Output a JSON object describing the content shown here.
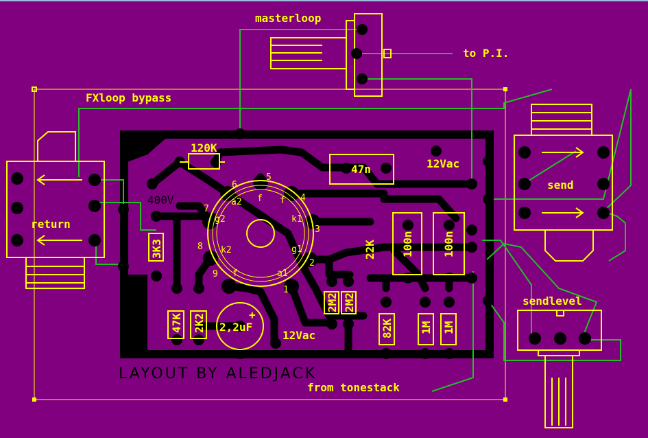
{
  "labels": {
    "masterloop": "masterloop",
    "to_pi": "to P.I.",
    "fxloop_bypass": "FXloop bypass",
    "return": "return",
    "send": "send",
    "sendlevel": "sendlevel",
    "from_tonestack": "from tonestack",
    "credit": "LAYOUT BY ALEDJACK",
    "voltage_400": "400V",
    "vac_top": "12Vac",
    "vac_bottom": "12Vac"
  },
  "components": {
    "r_120k": "120K",
    "c_47n": "47n",
    "r_3k3": "3K3",
    "r_22k": "22K",
    "c_100n_a": "100n",
    "c_100n_b": "100n",
    "r_2m2_a": "2M2",
    "r_2m2_b": "2M2",
    "r_47k": "47K",
    "r_2k2": "2K2",
    "c_2u2": "2,2uF",
    "c_plus": "+",
    "r_82k": "82K",
    "r_1m_a": "1M",
    "r_1m_b": "1M"
  },
  "tube_pins": {
    "p1": "1",
    "p2": "2",
    "p3": "3",
    "p4": "4",
    "p5": "5",
    "p6": "6",
    "p7": "7",
    "p8": "8",
    "p9": "9",
    "a1": "a1",
    "a2": "a2",
    "g1": "g1",
    "g2": "g2",
    "k1": "k1",
    "k2": "k2",
    "f1": "f",
    "f2": "f",
    "f3": "f"
  },
  "colors": {
    "background": "#800080",
    "silkscreen": "#ffff00",
    "wire": "#22c022",
    "copper": "#000000"
  }
}
